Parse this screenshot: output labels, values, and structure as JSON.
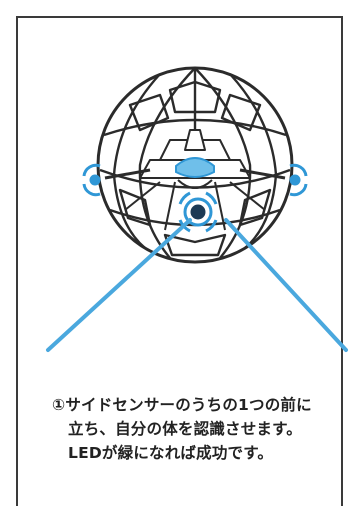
{
  "instruction": {
    "line1": "①サイドセンサーのうちの1つの前に",
    "line2": "立ち、自分の体を認識させます。",
    "line3": "LEDが緑になれば成功です。"
  },
  "colors": {
    "frame": "#3a3a3a",
    "sensor_blue": "#2f97d6",
    "beam_blue": "#4aa8de",
    "ball_stroke": "#2b2b2b"
  },
  "icons": {
    "drone": "sphere-drone-icon"
  }
}
